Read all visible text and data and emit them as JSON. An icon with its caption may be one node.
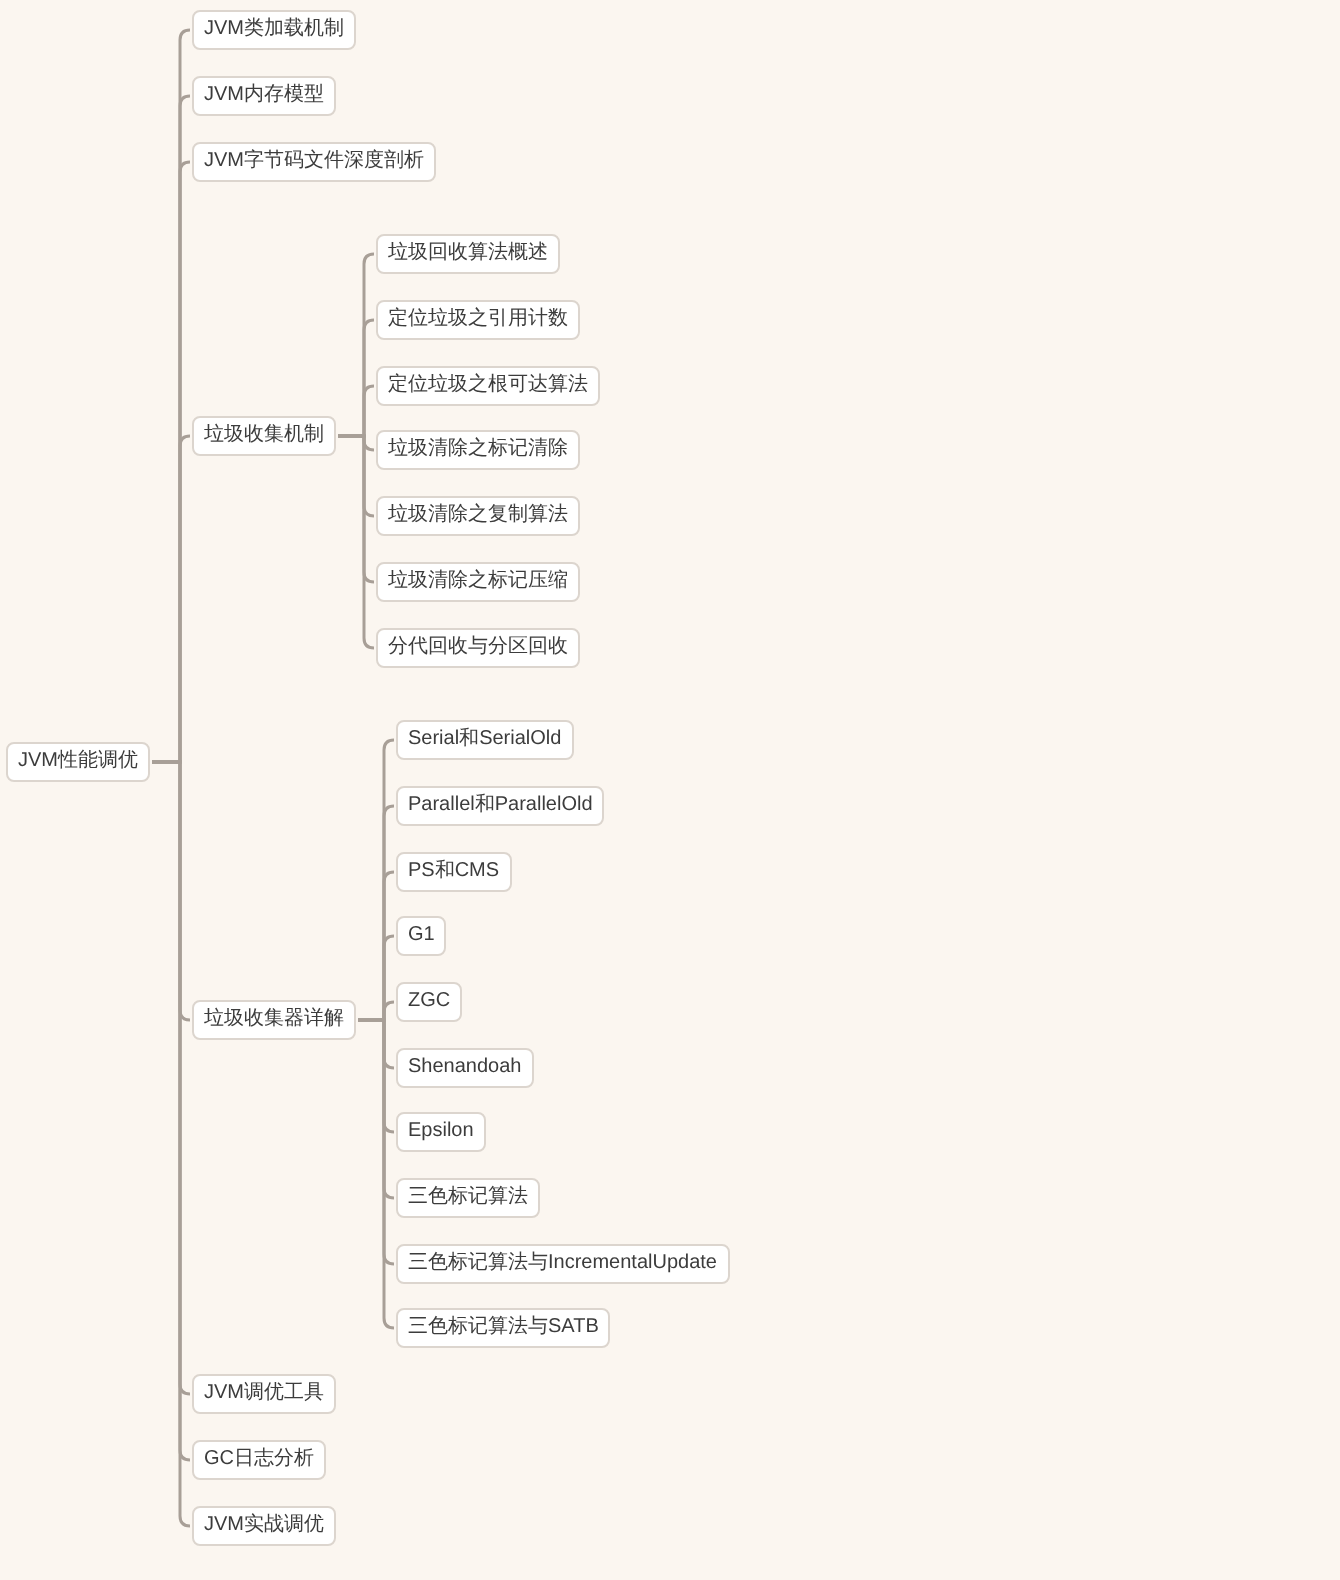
{
  "diagram": {
    "nodes": [
      {
        "text": [
          "JVM性能调优"
        ]
      },
      {
        "text": [
          "JVM类加载机制"
        ]
      },
      {
        "text": [
          "JVM内存模型"
        ]
      },
      {
        "text": [
          "JVM字节码文件深度剖析"
        ]
      },
      {
        "text": [
          "垃圾收集机制"
        ]
      },
      {
        "text": [
          "垃圾回收算法概述"
        ]
      },
      {
        "text": [
          "定位垃圾之引用计数"
        ]
      },
      {
        "text": [
          "定位垃圾之根可达算法"
        ]
      },
      {
        "text": [
          "垃圾清除之标记清除"
        ]
      },
      {
        "text": [
          "垃圾清除之复制算法"
        ]
      },
      {
        "text": [
          "垃圾清除之标记压缩"
        ]
      },
      {
        "text": [
          "分代回收与分区回收"
        ]
      },
      {
        "text": [
          "垃圾收集器详解"
        ]
      },
      {
        "text": [
          "Serial和SerialOld"
        ]
      },
      {
        "text": [
          "Parallel和ParallelOld"
        ]
      },
      {
        "text": [
          "PS和CMS"
        ]
      },
      {
        "text": [
          "G1"
        ]
      },
      {
        "text": [
          "ZGC"
        ]
      },
      {
        "text": [
          "Shenandoah"
        ]
      },
      {
        "text": [
          "Epsilon"
        ]
      },
      {
        "text": [
          "三色标记算法"
        ]
      },
      {
        "text": [
          "三色标记算法与IncrementalUpdate"
        ]
      },
      {
        "text": [
          "三色标记算法与SATB"
        ]
      },
      {
        "text": [
          "JVM调优工具"
        ]
      },
      {
        "text": [
          "GC日志分析"
        ]
      },
      {
        "text": [
          "JVM实战调优"
        ]
      }
    ],
    "edges": [
      {
        "from": 0,
        "to": 1,
        "arrow": "none"
      },
      {
        "from": 0,
        "to": 2,
        "arrow": "none"
      },
      {
        "from": 0,
        "to": 3,
        "arrow": "none"
      },
      {
        "from": 0,
        "to": 4,
        "arrow": "none"
      },
      {
        "from": 4,
        "to": 5,
        "arrow": "none"
      },
      {
        "from": 4,
        "to": 6,
        "arrow": "none"
      },
      {
        "from": 4,
        "to": 7,
        "arrow": "none"
      },
      {
        "from": 4,
        "to": 8,
        "arrow": "none"
      },
      {
        "from": 4,
        "to": 9,
        "arrow": "none"
      },
      {
        "from": 4,
        "to": 10,
        "arrow": "none"
      },
      {
        "from": 4,
        "to": 11,
        "arrow": "none"
      },
      {
        "from": 0,
        "to": 12,
        "arrow": "none"
      },
      {
        "from": 12,
        "to": 13,
        "arrow": "none"
      },
      {
        "from": 12,
        "to": 14,
        "arrow": "none"
      },
      {
        "from": 12,
        "to": 15,
        "arrow": "none"
      },
      {
        "from": 12,
        "to": 16,
        "arrow": "none"
      },
      {
        "from": 12,
        "to": 17,
        "arrow": "none"
      },
      {
        "from": 12,
        "to": 18,
        "arrow": "none"
      },
      {
        "from": 12,
        "to": 19,
        "arrow": "none"
      },
      {
        "from": 12,
        "to": 20,
        "arrow": "none"
      },
      {
        "from": 12,
        "to": 21,
        "arrow": "none"
      },
      {
        "from": 12,
        "to": 22,
        "arrow": "none"
      },
      {
        "from": 0,
        "to": 23,
        "arrow": "none"
      },
      {
        "from": 0,
        "to": 24,
        "arrow": "none"
      },
      {
        "from": 0,
        "to": 25,
        "arrow": "none"
      }
    ]
  }
}
